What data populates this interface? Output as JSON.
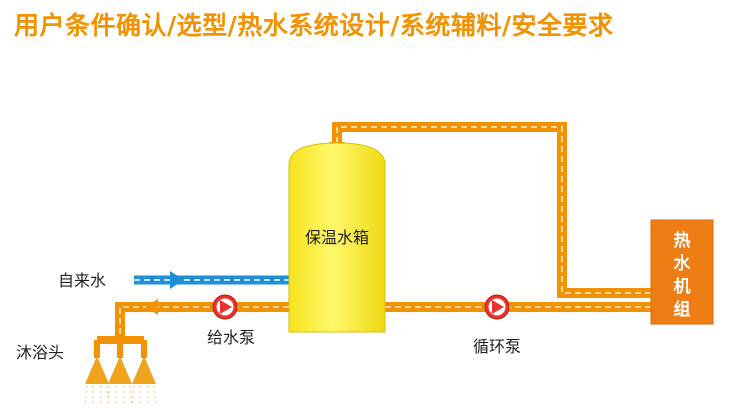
{
  "title": "用户条件确认/选型/热水系统设计/系统辅料/安全要求",
  "labels": {
    "tank": "保温水箱",
    "heater_lines": [
      "热",
      "水",
      "机",
      "组"
    ],
    "cold_water": "自来水",
    "supply_pump": "给水泵",
    "circ_pump": "循环泵",
    "shower": "沐浴头"
  },
  "colors": {
    "title": "#f39200",
    "pipe": "#f39200",
    "pipe_stripe": "#ffd9a0",
    "tank": "#fff23a",
    "heater": "#ee7d14",
    "pump": "#e8332a",
    "cold_pipe": "#1e8fd6"
  }
}
